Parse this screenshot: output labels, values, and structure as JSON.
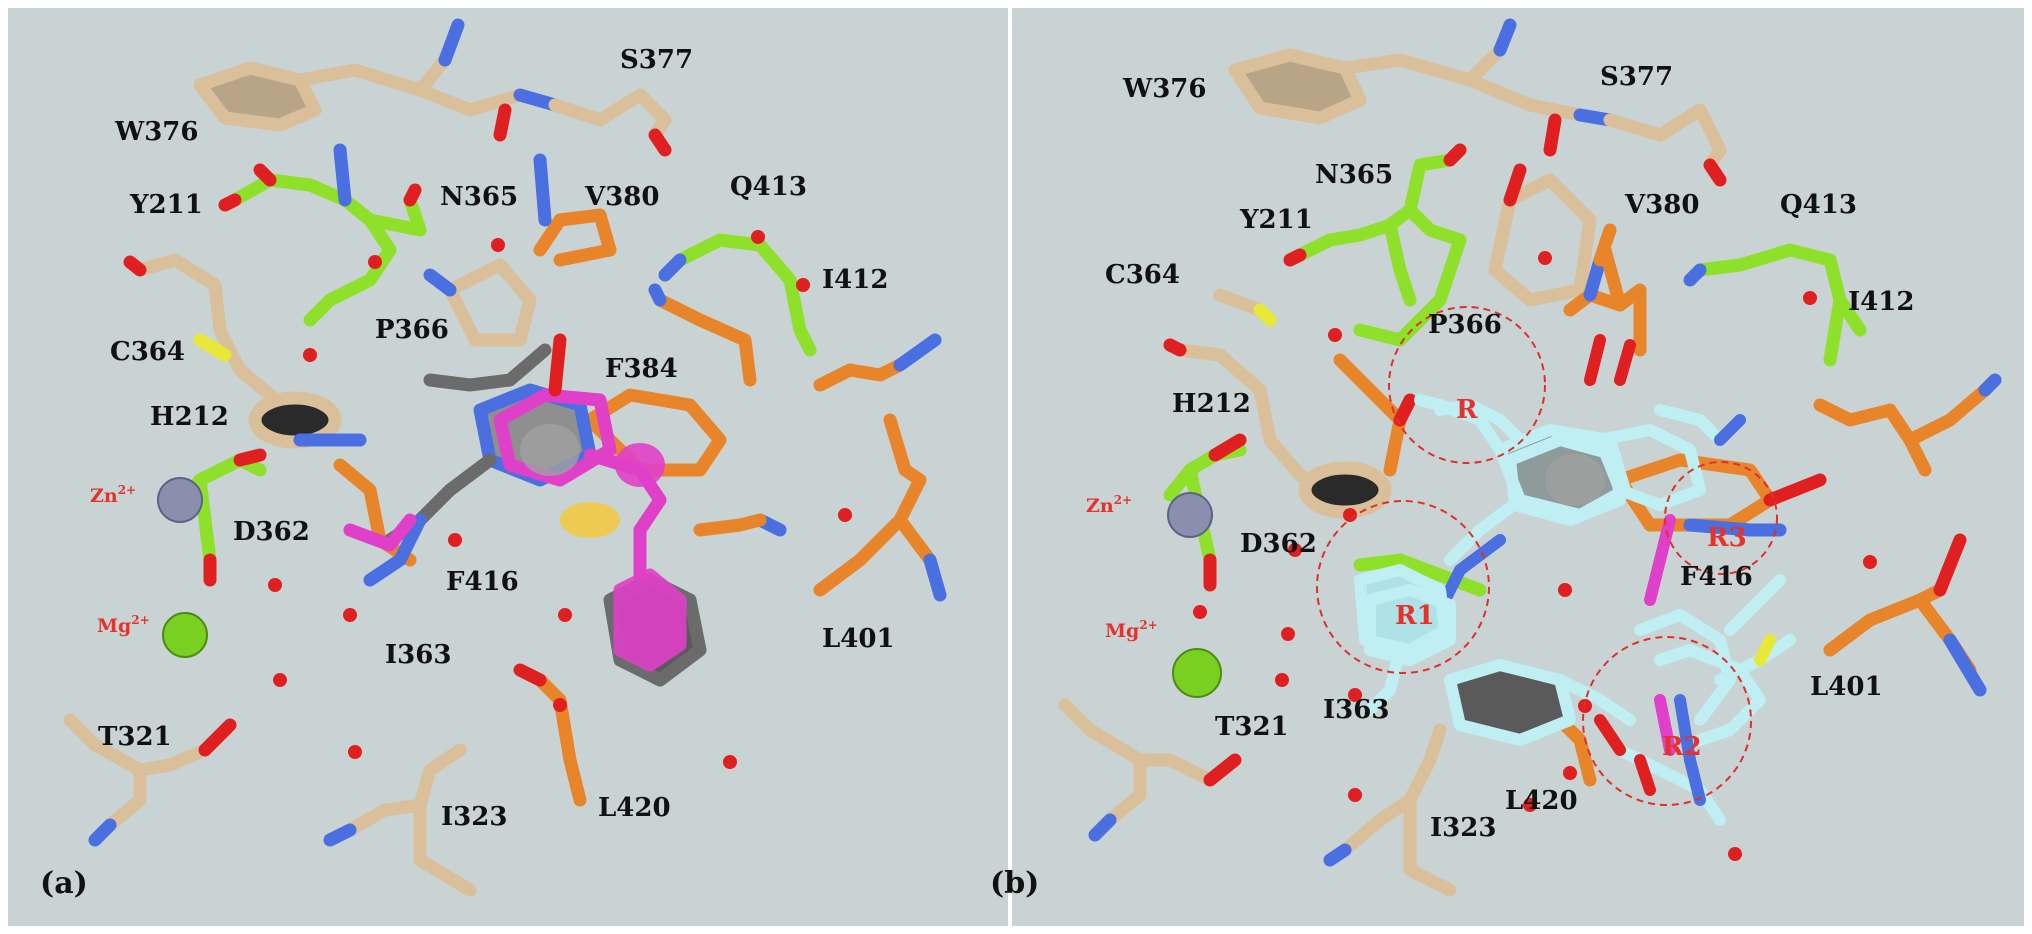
{
  "figure": {
    "panels": [
      {
        "id": "a",
        "label": "(a)",
        "residues": [
          "S377",
          "W376",
          "Y211",
          "N365",
          "V380",
          "Q413",
          "I412",
          "C364",
          "P366",
          "F384",
          "H212",
          "D362",
          "F416",
          "I363",
          "L401",
          "T321",
          "I323",
          "L420"
        ],
        "ions": [
          {
            "text": "Zn",
            "sup": "2+"
          },
          {
            "text": "Mg",
            "sup": "2+"
          }
        ]
      },
      {
        "id": "b",
        "label": "(b)",
        "residues": [
          "W376",
          "S377",
          "N365",
          "Y211",
          "V380",
          "Q413",
          "C364",
          "P366",
          "I412",
          "H212",
          "D362",
          "F416",
          "L401",
          "I363",
          "T321",
          "L420",
          "I323"
        ],
        "ions": [
          {
            "text": "Zn",
            "sup": "2+"
          },
          {
            "text": "Mg",
            "sup": "2+"
          }
        ],
        "regions": [
          "R",
          "R1",
          "R2",
          "R3"
        ]
      }
    ],
    "colors": {
      "background": "#c9d3d3",
      "carbon_tan": "#d9bf9a",
      "carbon_green": "#8fe02a",
      "carbon_orange": "#e8852a",
      "carbon_magenta": "#e040c8",
      "carbon_gray": "#6b6b6b",
      "carbon_cyan": "#bfeff2",
      "nitrogen": "#4a6fe0",
      "oxygen": "#e02020",
      "sulfur": "#e8e83a",
      "zinc": "#8a8fb0",
      "magnesium": "#7ad020",
      "water": "#e02020",
      "ion_label": "#e5322c",
      "circle": "#e0302a"
    }
  }
}
